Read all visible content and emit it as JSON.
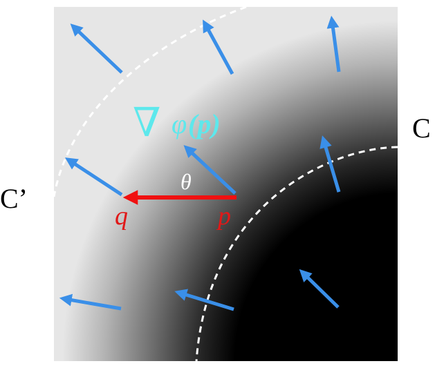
{
  "labels": {
    "curve_c": "C",
    "curve_c_prime": "C’",
    "point_p": "p",
    "point_q": "q",
    "angle": "θ",
    "gradient_nabla": "∇",
    "gradient_phi": "φ",
    "gradient_arg": "(p)"
  },
  "colors": {
    "arrow_blue": "#3a8fe8",
    "arrow_red": "#f01010",
    "label_red": "#e01818",
    "label_cyan": "#5de8ec",
    "dashed_curve": "#ffffff",
    "field_light": "#e6e6e6",
    "field_dark": "#000000"
  },
  "icons": {
    "field_arrow": "arrow-icon",
    "gradient_symbol": "nabla-icon"
  }
}
